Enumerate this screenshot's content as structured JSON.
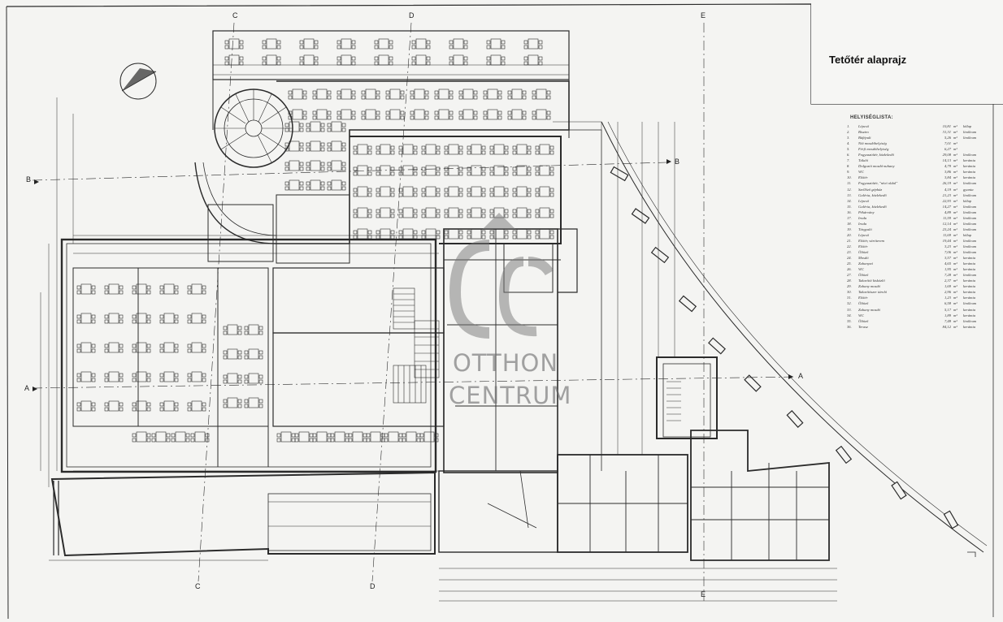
{
  "title": "Tetőtér alaprajz",
  "legend": {
    "heading": "HELYISÉGLISTA:",
    "rows": [
      {
        "num": "1.",
        "name": "Lépcső",
        "area": "10,81",
        "unit": "m²",
        "material": "kőlap"
      },
      {
        "num": "2.",
        "name": "Bisztro",
        "area": "31,31",
        "unit": "m²",
        "material": "linóleum"
      },
      {
        "num": "3.",
        "name": "Büfépult",
        "area": "5,26",
        "unit": "m²",
        "material": "linóleum"
      },
      {
        "num": "4.",
        "name": "Női mosdóhelyiség",
        "area": "7,01",
        "unit": "m²",
        "material": ""
      },
      {
        "num": "5.",
        "name": "Férfi mosdóhelyiség",
        "area": "6,27",
        "unit": "m²",
        "material": ""
      },
      {
        "num": "6.",
        "name": "Fogyasztótér, közlekedő",
        "area": "29,08",
        "unit": "m²",
        "material": "linóleum"
      },
      {
        "num": "7.",
        "name": "Tálaló",
        "area": "14,13",
        "unit": "m²",
        "material": "kerámia"
      },
      {
        "num": "8.",
        "name": "Dolgozói mosdó-zuhany",
        "area": "4,79",
        "unit": "m²",
        "material": "kerámia"
      },
      {
        "num": "9.",
        "name": "WC",
        "area": "3,86",
        "unit": "m²",
        "material": "kerámia"
      },
      {
        "num": "10.",
        "name": "Előtér",
        "area": "3,84",
        "unit": "m²",
        "material": "kerámia"
      },
      {
        "num": "11.",
        "name": "Fogyasztótér, \"nívó oldal\"",
        "area": "26,19",
        "unit": "m²",
        "material": "linóleum"
      },
      {
        "num": "12.",
        "name": "Szellőző gépház",
        "area": "4,19",
        "unit": "m²",
        "material": "gyanta"
      },
      {
        "num": "13.",
        "name": "Galéria, közlekedő",
        "area": "21,23",
        "unit": "m²",
        "material": "linóleum"
      },
      {
        "num": "14.",
        "name": "Lépcső",
        "area": "22,93",
        "unit": "m²",
        "material": "kőlap"
      },
      {
        "num": "15.",
        "name": "Galéria, közlekedő",
        "area": "14,27",
        "unit": "m²",
        "material": "linóleum"
      },
      {
        "num": "16.",
        "name": "Pékárvány",
        "area": "4,89",
        "unit": "m²",
        "material": "linóleum"
      },
      {
        "num": "17.",
        "name": "Iroda",
        "area": "11,59",
        "unit": "m²",
        "material": "linóleum"
      },
      {
        "num": "18.",
        "name": "Iroda",
        "area": "12,14",
        "unit": "m²",
        "material": "linóleum"
      },
      {
        "num": "19.",
        "name": "Tárgyaló",
        "area": "23,24",
        "unit": "m²",
        "material": "linóleum"
      },
      {
        "num": "20.",
        "name": "Lépcső",
        "area": "11,69",
        "unit": "m²",
        "material": "kőlap"
      },
      {
        "num": "21.",
        "name": "Előtér, váróterem",
        "area": "19,44",
        "unit": "m²",
        "material": "linóleum"
      },
      {
        "num": "22.",
        "name": "Előtér",
        "area": "3,23",
        "unit": "m²",
        "material": "linóleum"
      },
      {
        "num": "23.",
        "name": "Öltöző",
        "area": "7,06",
        "unit": "m²",
        "material": "linóleum"
      },
      {
        "num": "24.",
        "name": "Mosdó",
        "area": "3,57",
        "unit": "m²",
        "material": "kerámia"
      },
      {
        "num": "25.",
        "name": "Zuhanyzó",
        "area": "4,65",
        "unit": "m²",
        "material": "kerámia"
      },
      {
        "num": "26.",
        "name": "WC",
        "area": "1,95",
        "unit": "m²",
        "material": "kerámia"
      },
      {
        "num": "27.",
        "name": "Öltöző",
        "area": "7,28",
        "unit": "m²",
        "material": "linóleum"
      },
      {
        "num": "28.",
        "name": "Takarítói kisközlő",
        "area": "2,37",
        "unit": "m²",
        "material": "kerámia"
      },
      {
        "num": "29.",
        "name": "Zuhany mosdó",
        "area": "1,69",
        "unit": "m²",
        "material": "kerámia"
      },
      {
        "num": "30.",
        "name": "Takarítószer tároló",
        "area": "2,96",
        "unit": "m²",
        "material": "kerámia"
      },
      {
        "num": "31.",
        "name": "Előtér",
        "area": "1,23",
        "unit": "m²",
        "material": "kerámia"
      },
      {
        "num": "32.",
        "name": "Öltöző",
        "area": "6,58",
        "unit": "m²",
        "material": "linóleum"
      },
      {
        "num": "33.",
        "name": "Zuhany mosdó",
        "area": "5,17",
        "unit": "m²",
        "material": "kerámia"
      },
      {
        "num": "34.",
        "name": "WC",
        "area": "1,89",
        "unit": "m²",
        "material": "kerámia"
      },
      {
        "num": "35.",
        "name": "Öltöző",
        "area": "7,48",
        "unit": "m²",
        "material": "linóleum"
      },
      {
        "num": "36.",
        "name": "Terasz",
        "area": "84,12",
        "unit": "m²",
        "material": "kerámia"
      }
    ]
  },
  "watermark": {
    "logo": "OC",
    "line1": "OTTHON",
    "line2": "CENTRUM"
  },
  "section_marks": {
    "a": "A",
    "b": "B",
    "c": "C",
    "d": "D",
    "e": "E"
  },
  "colors": {
    "line": "#2a2a2a",
    "paper": "#f4f4f2"
  }
}
